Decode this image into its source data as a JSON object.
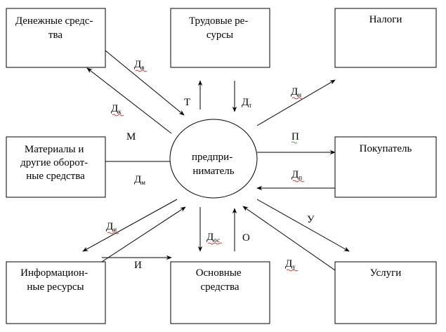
{
  "boxes": {
    "money": [
      "Денежные средс-",
      "тва"
    ],
    "labor": [
      "Трудовые ре-",
      "сурсы"
    ],
    "taxes": [
      "Налоги"
    ],
    "materials": [
      "Материалы и",
      "другие оборот-",
      "ные средства"
    ],
    "buyer": [
      "Покупатель"
    ],
    "info": [
      "Информацион-",
      "ные ресурсы"
    ],
    "fixed": [
      "Основные",
      "средства"
    ],
    "services": [
      "Услуги"
    ]
  },
  "center": [
    "предпри-",
    "ниматель"
  ],
  "labels": {
    "dv": {
      "main": "Д",
      "sub": "в"
    },
    "dk": {
      "main": "Д",
      "sub": "к"
    },
    "t": "Т",
    "dt": {
      "main": "Д",
      "sub": "т"
    },
    "dn": {
      "main": "Д",
      "sub": "н"
    },
    "m": "М",
    "dm": {
      "main": "Д",
      "sub": "м"
    },
    "p": "П",
    "dp": {
      "main": "Д",
      "sub": "п"
    },
    "di": {
      "main": "Д",
      "sub": "и"
    },
    "dos": {
      "main": "Д",
      "sub": "ос"
    },
    "o": "О",
    "u": "У",
    "dy": {
      "main": "Д",
      "sub": "у"
    },
    "i": "И"
  },
  "colors": {
    "line": "#000000",
    "squiggle": "#cc0000",
    "squiggle_green": "#2a8a2a"
  }
}
